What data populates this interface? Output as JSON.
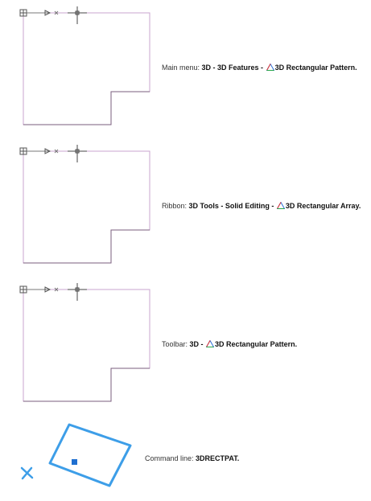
{
  "entries": [
    {
      "prefix": "Main menu: ",
      "path": "3D - 3D Features - ",
      "command": "3D Rectangular Pattern."
    },
    {
      "prefix": "Ribbon: ",
      "path": "3D Tools - Solid Editing - ",
      "command": "3D Rectangular Array."
    },
    {
      "prefix": "Toolbar: ",
      "path": "3D - ",
      "command": "3D Rectangular Pattern."
    }
  ],
  "command_line": {
    "prefix": "Command line: ",
    "command": "3DRECTPAT."
  },
  "icons": [
    "ucs-icon",
    "pattern-triangle-icon",
    "rectangle-pattern-icon",
    "axis-cross-icon"
  ],
  "colors": {
    "outline": "#c9a6cf",
    "shape_edge": "#7a5c7e",
    "crosshair": "#555555",
    "pattern_blue": "#3d9ee8",
    "triangle_red": "#e03030",
    "triangle_green": "#2aa84a",
    "triangle_blue": "#2a6fd6"
  }
}
